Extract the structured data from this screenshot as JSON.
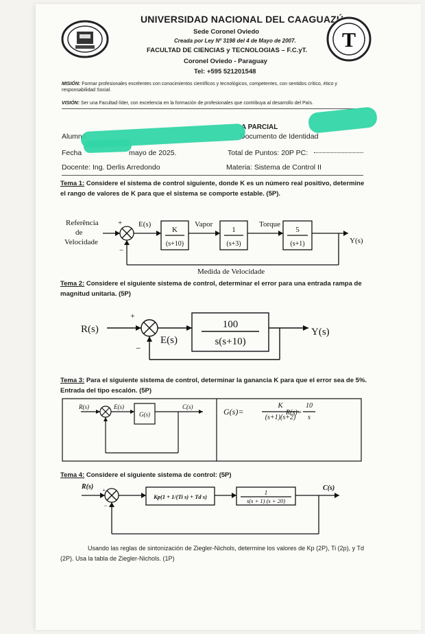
{
  "header": {
    "university": "UNIVERSIDAD NACIONAL DEL CAAGUAZÚ",
    "campus": "Sede Coronel Oviedo",
    "law": "Creada por Ley Nº 3198 del 4 de Mayo de 2007.",
    "faculty": "FACULTAD DE CIENCIAS y TECNOLOGIAS – F.C.yT.",
    "city": "Coronel Oviedo - Paraguay",
    "phone": "Tel: +595 521201548",
    "right_seal_letter": "T"
  },
  "mission": {
    "label": "MISIÓN:",
    "text": "Formar profesionales excelentes con conocimientos científicos y tecnológicos, competentes, con sentidos crítico, ético y responsabilidad Social."
  },
  "vision": {
    "label": "VISIÓN:",
    "text": "Ser una Facultad líder, con excelencia en la formación de profesionales que contribuya al desarrollo del País."
  },
  "exam": {
    "title_visible": "A PARCIAL",
    "student_label": "Alumno",
    "id_label": "Documento de Identidad",
    "date_label": "Fecha",
    "date_visible": "mayo de 2025.",
    "points_label": "Total de Puntos: 20P PC:",
    "teacher": "Docente: Ing. Derlis Arredondo",
    "subject": "Materia: Sistema de Control II"
  },
  "tema1": {
    "label": "Tema 1:",
    "text": "Considere el sistema de control siguiente, donde K es un número real positivo, determine el rango de valores de K para que el sistema se comporte estable. (5P).",
    "diagram": {
      "input_l1": "Referência",
      "input_l2": "de",
      "input_l3": "Velocidade",
      "plus": "+",
      "minus": "−",
      "signal_e": "E(s)",
      "k_num": "K",
      "k_den": "(s+10)",
      "vapor": "Vapor",
      "g2_num": "1",
      "g2_den": "(s+3)",
      "torque": "Torque",
      "g3_num": "5",
      "g3_den": "(s+1)",
      "output": "Y(s)",
      "feedback": "Medida de Velocidade"
    }
  },
  "tema2": {
    "label": "Tema 2:",
    "text": "Considere el siguiente sistema de control, determinar el error para una entrada rampa de magnitud unitaria. (5P)",
    "diagram": {
      "input": "R(s)",
      "plus": "+",
      "minus": "−",
      "signal_e": "E(s)",
      "num": "100",
      "den": "s(s+10)",
      "output": "Y(s)"
    }
  },
  "tema3": {
    "label": "Tema 3:",
    "text": "Para el siguiente sistema de control, determinar la ganancia K para que el error sea de 5%. Entrada del tipo escalón. (5P)",
    "diagram": {
      "input": "R(s)",
      "signal_e": "E(s)",
      "block": "G(s)",
      "output": "C(s)",
      "g_lhs": "G(s)=",
      "g_num": "K",
      "g_den": "(s+1)(s+2)",
      "r_lhs": "R(s)=",
      "r_num": "10",
      "r_den": "s"
    }
  },
  "tema4": {
    "label": "Tema 4:",
    "text": "Considere el siguiente sistema de control: (5P)",
    "diagram": {
      "input": "R(s)",
      "plus": "+",
      "minus": "−",
      "pid": "Kp(1 + 1/(Ti s) + Td s)",
      "plant_num": "1",
      "plant_den": "s(s + 1) (s + 20)",
      "output": "C(s)"
    },
    "footer": "Usando las reglas de sintonización de Ziegler-Nichols, determine los valores de Kp (2P), Ti (2p), y Td (2P). Usa la tabla de Ziegler-Nichols. (1P)"
  }
}
